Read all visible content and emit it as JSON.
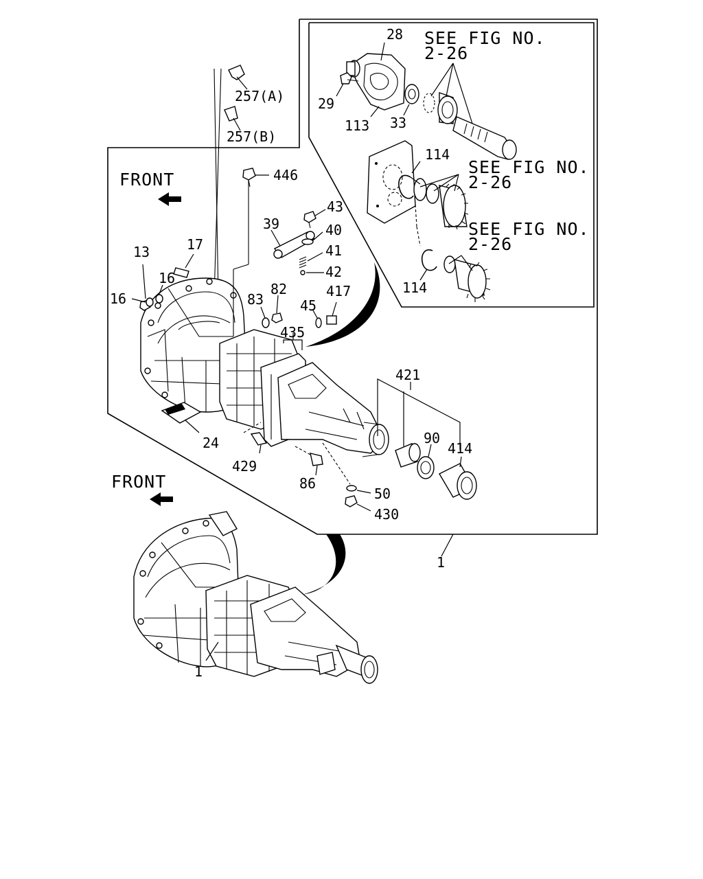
{
  "diagram": {
    "see_fig_1": [
      "SEE FIG NO.",
      "2-26"
    ],
    "see_fig_2": [
      "SEE FIG NO.",
      "2-26"
    ],
    "see_fig_3": [
      "SEE FIG NO.",
      "2-26"
    ],
    "front_label_upper": "FRONT",
    "front_label_lower": "FRONT",
    "callouts": {
      "p28": "28",
      "p29": "29",
      "p113": "113",
      "p33": "33",
      "p114a": "114",
      "p114b": "114",
      "p257a": "257(A)",
      "p257b": "257(B)",
      "p446": "446",
      "p43": "43",
      "p39": "39",
      "p40": "40",
      "p41": "41",
      "p42": "42",
      "p13": "13",
      "p17": "17",
      "p16a": "16",
      "p16b": "16",
      "p83": "83",
      "p82": "82",
      "p45": "45",
      "p417": "417",
      "p435": "435",
      "p421": "421",
      "p90": "90",
      "p414": "414",
      "p24": "24",
      "p429": "429",
      "p86": "86",
      "p50": "50",
      "p430": "430",
      "p1_frame": "1",
      "p1_main": "1"
    }
  }
}
